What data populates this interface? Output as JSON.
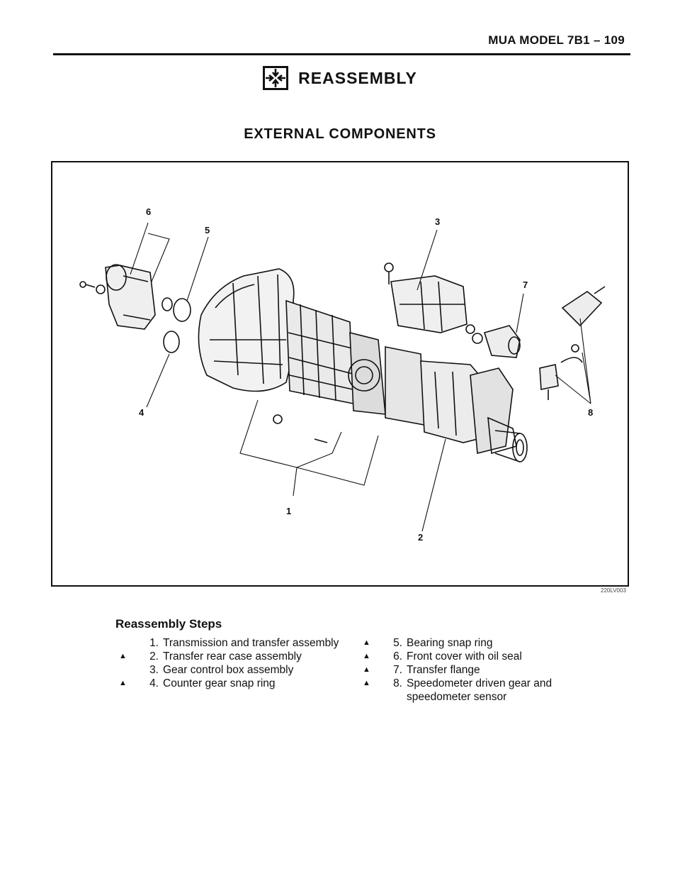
{
  "header": {
    "model_label": "MUA MODEL  7B1 – 109"
  },
  "section": {
    "title": "REASSEMBLY",
    "icon": "reassembly-arrows-icon"
  },
  "subtitle": "EXTERNAL COMPONENTS",
  "diagram": {
    "callouts": [
      "1",
      "2",
      "3",
      "4",
      "5",
      "6",
      "7",
      "8"
    ],
    "figure_code": "220LV003"
  },
  "steps": {
    "heading": "Reassembly Steps",
    "marker_glyph": "▲",
    "items": [
      {
        "num": "1.",
        "text": "Transmission and transfer assembly",
        "marked": false
      },
      {
        "num": "2.",
        "text": "Transfer rear case assembly",
        "marked": true
      },
      {
        "num": "3.",
        "text": "Gear control box assembly",
        "marked": false
      },
      {
        "num": "4.",
        "text": "Counter gear snap ring",
        "marked": true
      },
      {
        "num": "5.",
        "text": "Bearing snap ring",
        "marked": true
      },
      {
        "num": "6.",
        "text": "Front cover with oil seal",
        "marked": true
      },
      {
        "num": "7.",
        "text": "Transfer flange",
        "marked": true
      },
      {
        "num": "8.",
        "text": "Speedometer driven gear and speedometer sensor",
        "marked": true
      }
    ]
  }
}
